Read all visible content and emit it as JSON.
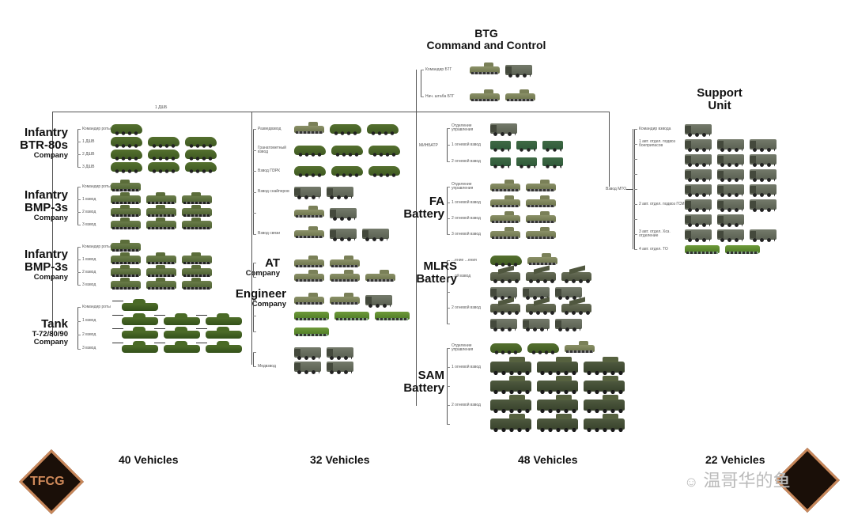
{
  "btg_title": [
    "BTG",
    "Command and Control"
  ],
  "top_line_label": "1 ДШБ",
  "titles": {
    "btr": {
      "big": [
        "Infantry",
        "BTR-80s"
      ],
      "small": "Company"
    },
    "bmp1": {
      "big": [
        "Infantry",
        "BMP-3s"
      ],
      "small": "Company"
    },
    "bmp2": {
      "big": [
        "Infantry",
        "BMP-3s"
      ],
      "small": "Company"
    },
    "tank": {
      "big": [
        "Tank"
      ],
      "small": "T-72/80/90",
      "small2": "Company"
    },
    "at": {
      "big": [
        "AT"
      ],
      "small": "Company"
    },
    "eng": {
      "big": [
        "Engineer"
      ],
      "small": "Company"
    },
    "fa": {
      "big": [
        "FA",
        "Battery"
      ]
    },
    "mlrs": {
      "big": [
        "MLRS",
        "Battery"
      ]
    },
    "sam": {
      "big": [
        "SAM",
        "Battery"
      ]
    },
    "support": {
      "big": [
        "Support",
        "Unit"
      ]
    }
  },
  "branch_labels": {
    "minbatr": "МИНБАТР",
    "mto": "Взвод МТО"
  },
  "units": {
    "cmd": [
      {
        "label": "Командир БТГ",
        "v": [
          "sp",
          "truck"
        ]
      },
      {
        "label": "Нач. штаба БТГ",
        "v": [
          "sp",
          "sp"
        ]
      }
    ],
    "btr": [
      {
        "label": "Командир роты",
        "v": [
          "btr"
        ]
      },
      {
        "label": "1 ДШВ",
        "v": [
          "btr",
          "btr",
          "btr"
        ]
      },
      {
        "label": "2 ДШВ",
        "v": [
          "btr",
          "btr",
          "btr"
        ]
      },
      {
        "label": "3 ДШВ",
        "v": [
          "btr",
          "btr",
          "btr"
        ]
      }
    ],
    "bmp1": [
      {
        "label": "Командир роты",
        "v": [
          "bmp"
        ]
      },
      {
        "label": "1 взвод",
        "v": [
          "bmp",
          "bmp",
          "bmp"
        ]
      },
      {
        "label": "2 взвод",
        "v": [
          "bmp",
          "bmp",
          "bmp"
        ]
      },
      {
        "label": "3 взвод",
        "v": [
          "bmp",
          "bmp",
          "bmp"
        ]
      }
    ],
    "bmp2": [
      {
        "label": "Командир роты",
        "v": [
          "bmp"
        ]
      },
      {
        "label": "1 взвод",
        "v": [
          "bmp",
          "bmp",
          "bmp"
        ]
      },
      {
        "label": "2 взвод",
        "v": [
          "bmp",
          "bmp",
          "bmp"
        ]
      },
      {
        "label": "3 взвод",
        "v": [
          "bmp",
          "bmp",
          "bmp"
        ]
      }
    ],
    "tank": [
      {
        "label": "Командир роты",
        "v": [
          "tank"
        ]
      },
      {
        "label": "1 взвод",
        "v": [
          "tank",
          "tank",
          "tank"
        ]
      },
      {
        "label": "2 взвод",
        "v": [
          "tank",
          "tank",
          "tank"
        ]
      },
      {
        "label": "3 взвод",
        "v": [
          "tank",
          "tank",
          "tank"
        ]
      }
    ],
    "mid": [
      {
        "label": "Разведвзвод",
        "v": [
          "sp",
          "btr",
          "btr"
        ]
      },
      {
        "label": "Гранатометный взвод",
        "v": [
          "btr",
          "btr",
          "btr"
        ]
      },
      {
        "label": "Взвод ПЗРК",
        "v": [
          "btr",
          "btr",
          "btr"
        ]
      },
      {
        "label": "Взвод снайперов",
        "v": [
          "truck",
          "truck"
        ]
      },
      {
        "label": "",
        "v": [
          "sp",
          "truck"
        ]
      },
      {
        "label": "Взвод связи",
        "v": [
          "sp",
          "truck",
          "truck"
        ]
      }
    ],
    "at": [
      {
        "label": "",
        "v": [
          "sp",
          "sp"
        ]
      },
      {
        "label": "",
        "v": [
          "sp",
          "sp",
          "sp"
        ]
      }
    ],
    "eng": [
      {
        "label": "",
        "v": [
          "sp",
          "sp",
          "truck"
        ]
      },
      {
        "label": "",
        "v": [
          "eng",
          "eng",
          "eng"
        ]
      },
      {
        "label": "",
        "v": [
          "eng"
        ]
      }
    ],
    "med": [
      {
        "label": "",
        "v": [
          "truck",
          "truck"
        ]
      },
      {
        "label": "Медвзвод",
        "v": [
          "truck",
          "truck"
        ]
      }
    ],
    "minbatr": [
      {
        "label": "Отделение управления",
        "v": [
          "truck"
        ]
      },
      {
        "label": "1 огневой взвод",
        "v": [
          "gtruck",
          "gtruck",
          "gtruck"
        ]
      },
      {
        "label": "2 огневой взвод",
        "v": [
          "gtruck",
          "gtruck",
          "gtruck"
        ]
      }
    ],
    "fa": [
      {
        "label": "Отделение управления",
        "v": [
          "sp",
          "sp"
        ]
      },
      {
        "label": "1 огневой взвод",
        "v": [
          "sp",
          "sp"
        ]
      },
      {
        "label": "2 огневой взвод",
        "v": [
          "sp",
          "sp"
        ]
      },
      {
        "label": "3 огневой взвод",
        "v": [
          "sp",
          "sp"
        ]
      }
    ],
    "mlrs": [
      {
        "label": "...ение ...ения",
        "v": [
          "btr",
          "sp"
        ]
      },
      {
        "label": "...ой взвод",
        "v": [
          "mlrs",
          "mlrs",
          "mlrs"
        ]
      },
      {
        "label": "",
        "v": [
          "truck",
          "truck",
          "truck"
        ]
      },
      {
        "label": "2 огневой взвод",
        "v": [
          "mlrs",
          "mlrs",
          "mlrs"
        ]
      },
      {
        "label": "",
        "v": [
          "truck",
          "truck",
          "truck"
        ]
      }
    ],
    "sam": [
      {
        "label": "Отделение управления",
        "v": [
          "btr",
          "btr",
          "sp"
        ]
      },
      {
        "label": "1 огневой взвод",
        "v": [
          "sam",
          "sam",
          "sam"
        ]
      },
      {
        "label": "",
        "v": [
          "sam",
          "sam",
          "sam"
        ]
      },
      {
        "label": "2 огневой взвод",
        "v": [
          "sam",
          "sam",
          "sam"
        ]
      },
      {
        "label": "",
        "v": [
          "sam",
          "sam",
          "sam"
        ]
      }
    ],
    "support": [
      {
        "label": "Командир взвода",
        "v": [
          "truck"
        ]
      },
      {
        "label": "1 авт. отдел. подвоз боеприпасов",
        "v": [
          "truck",
          "truck",
          "truck"
        ]
      },
      {
        "label": "",
        "v": [
          "truck",
          "truck",
          "truck"
        ]
      },
      {
        "label": "",
        "v": [
          "truck",
          "truck",
          "truck"
        ]
      },
      {
        "label": "",
        "v": [
          "truck",
          "truck",
          "truck"
        ]
      },
      {
        "label": "2 авт. отдел. подвоз ГСМ",
        "v": [
          "truck",
          "truck",
          "truck"
        ]
      },
      {
        "label": "",
        "v": [
          "truck",
          "truck"
        ]
      },
      {
        "label": "3 авт. отдел. Хоз. отделение",
        "v": [
          "truck",
          "truck",
          "truck"
        ]
      },
      {
        "label": "4 авт. отдел. ТО",
        "v": [
          "eng",
          "eng"
        ]
      }
    ]
  },
  "counts": [
    "40 Vehicles",
    "32 Vehicles",
    "48 Vehicles",
    "22 Vehicles"
  ],
  "logo_text": "TFCG",
  "watermark": "温哥华的鱼",
  "colors": {
    "logo_bg": "#1a0f08",
    "logo_border": "#c8875a"
  }
}
